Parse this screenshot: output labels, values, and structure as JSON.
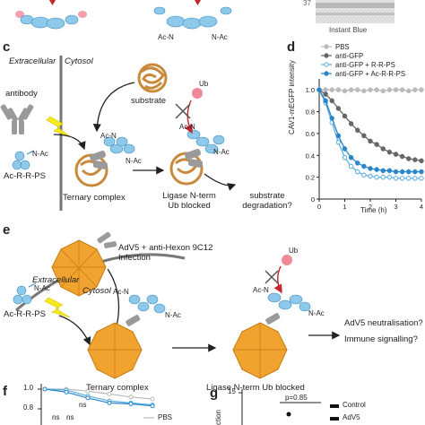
{
  "panels": {
    "c": "c",
    "d": "d",
    "e": "e",
    "f": "f",
    "g": "g"
  },
  "top": {
    "acn": "Ac-N",
    "nac": "N-Ac",
    "tick": "37",
    "blot_label": "Instant Blue"
  },
  "c": {
    "extracellular": "Extracellular",
    "cytosol": "Cytosol",
    "antibody": "antibody",
    "nac": "N-Ac",
    "acrrps": "Ac-R-R-PS",
    "substrate": "substrate",
    "ub": "Ub",
    "acn1": "Ac-N",
    "nac1": "N-Ac",
    "acn2": "Ac-N",
    "nac2": "N-Ac",
    "ternary": "Ternary complex",
    "ligase_line1": "Ligase N-term",
    "ligase_line2": "Ub blocked",
    "degradation_line1": "substrate",
    "degradation_line2": "degradation?"
  },
  "chart_data": [
    {
      "panel": "d",
      "type": "line",
      "ylabel": "CAV1-mEGFP intensity",
      "xlabel": "Time (h)",
      "xlim": [
        0,
        4
      ],
      "ylim": [
        0,
        1.1
      ],
      "xticks": [
        "0",
        "1",
        "2",
        "3",
        "4"
      ],
      "yticks": [
        "0",
        "0.2",
        "0.4",
        "0.6",
        "0.8",
        "1.0"
      ],
      "legend_position": "top-right",
      "x": [
        0,
        0.25,
        0.5,
        0.75,
        1,
        1.25,
        1.5,
        1.75,
        2,
        2.25,
        2.5,
        2.75,
        3,
        3.25,
        3.5,
        3.75,
        4
      ],
      "series": [
        {
          "name": "PBS",
          "color": "#bbbbbb",
          "marker": "filled",
          "values": [
            1.0,
            1.0,
            1.0,
            1.0,
            0.99,
            1.0,
            1.0,
            0.99,
            1.0,
            1.0,
            0.99,
            1.0,
            1.0,
            1.0,
            0.99,
            1.0,
            1.0
          ]
        },
        {
          "name": "anti-GFP",
          "color": "#666666",
          "marker": "filled",
          "values": [
            1.0,
            0.96,
            0.9,
            0.83,
            0.76,
            0.69,
            0.63,
            0.58,
            0.53,
            0.5,
            0.46,
            0.43,
            0.41,
            0.39,
            0.37,
            0.36,
            0.35
          ]
        },
        {
          "name": "anti-GFP + R-R-PS",
          "color": "#5aaee0",
          "marker": "open",
          "values": [
            1.0,
            0.88,
            0.7,
            0.52,
            0.38,
            0.3,
            0.25,
            0.22,
            0.21,
            0.2,
            0.2,
            0.2,
            0.19,
            0.19,
            0.19,
            0.19,
            0.19
          ]
        },
        {
          "name": "anti-GFP + Ac-R-R-PS",
          "color": "#2a86c8",
          "marker": "filled",
          "values": [
            1.0,
            0.9,
            0.74,
            0.58,
            0.46,
            0.38,
            0.33,
            0.3,
            0.28,
            0.27,
            0.26,
            0.26,
            0.25,
            0.25,
            0.25,
            0.25,
            0.25
          ]
        }
      ]
    },
    {
      "panel": "f",
      "type": "line",
      "yticks": [
        "1.0",
        "0.8"
      ],
      "annotations": [
        "ns",
        "ns",
        "ns"
      ],
      "legend": [
        "PBS"
      ],
      "x": [
        0,
        1,
        2,
        3,
        4,
        5
      ],
      "series": [
        {
          "name": "PBS",
          "color": "#bbbbbb",
          "values": [
            1.0,
            1.0,
            0.98,
            0.95,
            0.92,
            0.9
          ]
        },
        {
          "name": "",
          "color": "#5aaee0",
          "values": [
            1.0,
            0.99,
            0.93,
            0.88,
            0.86,
            0.84
          ]
        },
        {
          "name": "",
          "color": "#2a86c8",
          "values": [
            1.0,
            0.97,
            0.91,
            0.86,
            0.85,
            0.83
          ]
        }
      ]
    },
    {
      "panel": "g",
      "type": "scatter",
      "ytick_top": "15",
      "ylabel_fragment": "ction",
      "annotation": "p=0.85",
      "legend": [
        "Control",
        "AdV5"
      ]
    }
  ],
  "e": {
    "adv_line1": "AdV5 + anti-Hexon 9C12",
    "adv_line2": "Infection",
    "extracellular": "Extracellular",
    "cytosol": "Cytosol",
    "acrrps": "Ac-R-R-PS",
    "nac": "N-Ac",
    "acn1": "Ac-N",
    "nac1": "N-Ac",
    "acn2": "Ac-N",
    "nac2": "N-Ac",
    "ub": "Ub",
    "ternary": "Ternary complex",
    "ligase": "Ligase N-term Ub blocked",
    "outcome1": "AdV5 neutralisation?",
    "outcome2": "Immune signalling?"
  },
  "colors": {
    "trim21": "#8ec9ea",
    "trim21_dark": "#3b8ec4",
    "substrate": "#c88a3a",
    "virus": "#f0a32e",
    "virus_dark": "#c47b12",
    "antibody": "#9a9a9a",
    "ub": "#f08a9a",
    "arrow_red": "#c1272d",
    "lightning": "#f7ea1b",
    "membrane": "#777777"
  }
}
